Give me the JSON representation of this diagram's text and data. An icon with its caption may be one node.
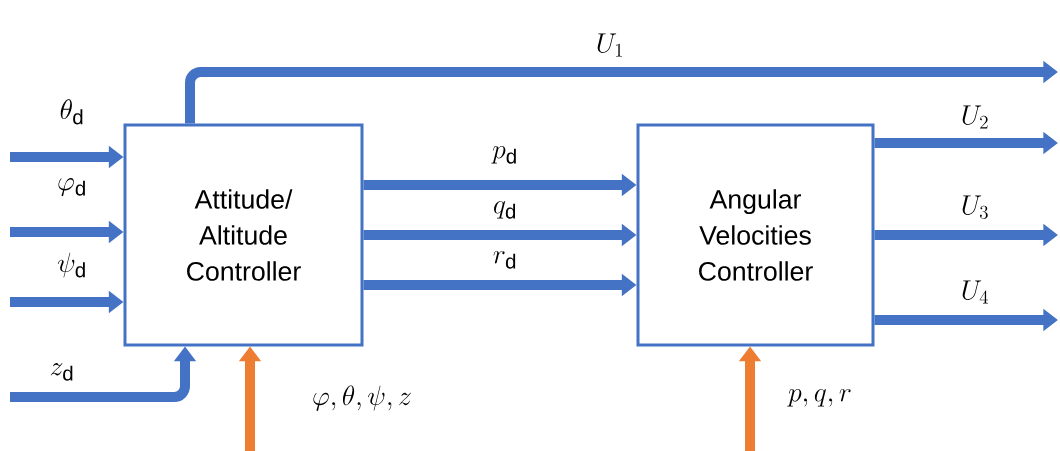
{
  "diagram": {
    "nodes": [
      {
        "text": [
          "Attitude/ Altitude Controller"
        ]
      },
      {
        "text": [
          "Angular Velocities Controller"
        ]
      }
    ],
    "edges": [
      {
        "from": null,
        "to": 0,
        "arrow": "to",
        "label": "\\theta_{\\mathrm{d}}"
      },
      {
        "from": null,
        "to": 0,
        "arrow": "to",
        "label": "\\varphi_{\\mathrm{d}}"
      },
      {
        "from": null,
        "to": 0,
        "arrow": "to",
        "label": "\\psi_{\\mathrm{d}}"
      },
      {
        "from": null,
        "to": 0,
        "arrow": "to",
        "label": "z_{\\mathrm{d}}"
      },
      {
        "from": 0,
        "to": null,
        "arrow": "to",
        "label": "U_1"
      },
      {
        "from": 0,
        "to": 1,
        "arrow": "to",
        "label": "p_{\\mathrm{d}}"
      },
      {
        "from": 0,
        "to": 1,
        "arrow": "to",
        "label": "q_{\\mathrm{d}}"
      },
      {
        "from": 0,
        "to": 1,
        "arrow": "to",
        "label": "r_{\\mathrm{d}}"
      },
      {
        "from": 1,
        "to": null,
        "arrow": "to",
        "label": "U_2"
      },
      {
        "from": 1,
        "to": null,
        "arrow": "to",
        "label": "U_3"
      },
      {
        "from": 1,
        "to": null,
        "arrow": "to",
        "label": "U_4"
      },
      {
        "from": null,
        "to": 0,
        "arrow": "to",
        "label": "\\varphi, \\theta, \\psi, z",
        "color": "#ed7d31"
      },
      {
        "from": null,
        "to": 1,
        "arrow": "to",
        "label": "p, q, r",
        "color": "#ed7d31"
      }
    ]
  }
}
